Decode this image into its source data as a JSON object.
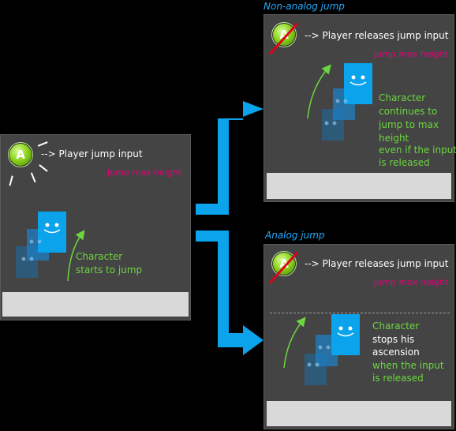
{
  "colors": {
    "background": "#000000",
    "panel": "#444444",
    "floor": "#d9d9d9",
    "heading": "#22aaff",
    "max_height_label": "#e4007c",
    "note": "#6bd640",
    "character": "#0aa3ec",
    "cross": "#e4001b",
    "arrow": "#0aa3ec"
  },
  "button_glyph": "A",
  "start_panel": {
    "input_text": "--> Player  jump input",
    "max_height": "Jump max height",
    "note_lines": [
      "Character",
      "starts to jump"
    ]
  },
  "non_analog": {
    "heading": "Non-analog jump",
    "input_text": "--> Player  releases jump input",
    "max_height": "Jump max height",
    "note_lines": [
      "Character",
      "continues to",
      "jump to max",
      "height",
      "even if the input",
      "is released"
    ]
  },
  "analog": {
    "heading": "Analog jump",
    "input_text": "--> Player  releases jump input",
    "max_height": "Jump max height",
    "note_line1": "Character",
    "note_bold_lines": [
      "stops his",
      "ascension"
    ],
    "note_tail_lines": [
      "when the input",
      "is released"
    ]
  },
  "icons": [
    "a-button-icon",
    "press-rays-icon",
    "no-input-cross-icon",
    "character-icon",
    "jump-arc-arrow-icon",
    "transition-arrow-icon"
  ]
}
